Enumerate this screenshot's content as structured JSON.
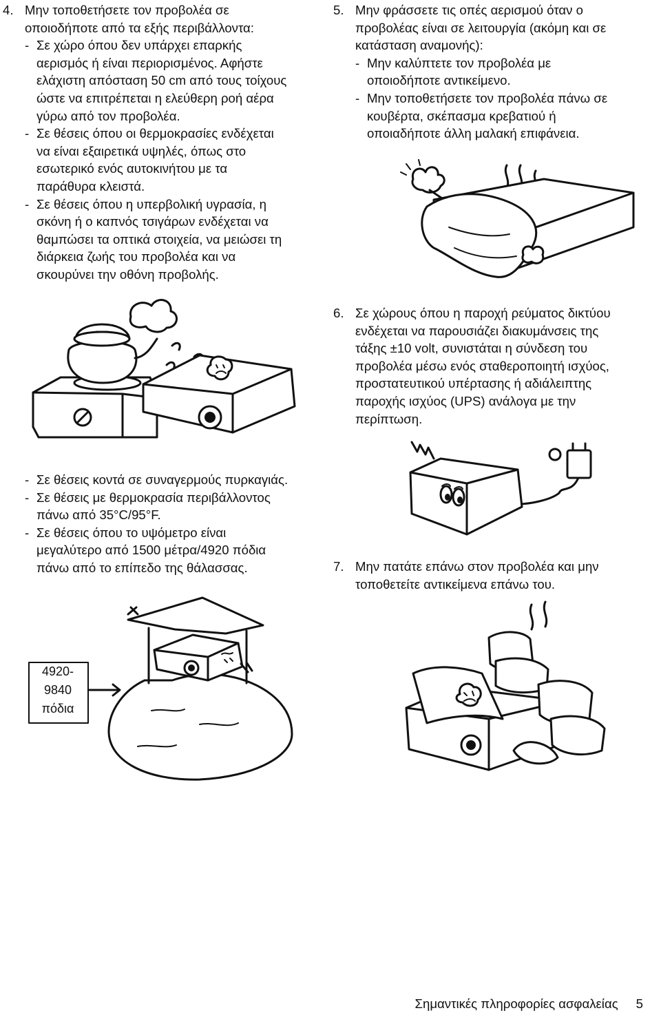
{
  "item4": {
    "number": "4.",
    "line1": "Μην τοποθετήσετε τον προβολέα σε",
    "line2": "οποιοδήποτε από τα εξής περιβάλλοντα:",
    "bullets": [
      [
        "Σε χώρο όπου δεν υπάρχει επαρκής",
        "αερισμός ή είναι περιορισμένος. Αφήστε",
        "ελάχιστη απόσταση 50 cm από τους τοίχους",
        "ώστε να επιτρέπεται η ελεύθερη ροή αέρα",
        "γύρω από τον προβολέα."
      ],
      [
        "Σε θέσεις όπου οι θερμοκρασίες ενδέχεται",
        "να είναι εξαιρετικά υψηλές, όπως στο",
        "εσωτερικό ενός αυτοκινήτου με τα",
        "παράθυρα κλειστά."
      ],
      [
        "Σε θέσεις όπου η υπερβολική υγρασία, η",
        "σκόνη ή ο καπνός τσιγάρων ενδέχεται να",
        "θαμπώσει τα οπτικά στοιχεία, να μειώσει τη",
        "διάρκεια ζωής του προβολέα και να",
        "σκουρύνει την οθόνη προβολής."
      ]
    ],
    "bullets_more": [
      [
        "Σε θέσεις κοντά σε συναγερμούς πυρκαγιάς."
      ],
      [
        "Σε θέσεις με θερμοκρασία περιβάλλοντος",
        "πάνω από 35°C/95°F."
      ],
      [
        "Σε θέσεις όπου το υψόμετρο είναι",
        "μεγαλύτερο από 1500 μέτρα/4920 πόδια",
        "πάνω από το επίπεδο της θάλασσας."
      ]
    ]
  },
  "altitude_label": [
    "4920-",
    "9840",
    "πόδια"
  ],
  "item5": {
    "number": "5.",
    "lines": [
      "Μην φράσσετε τις οπές αερισμού όταν ο",
      "προβολέας είναι σε λειτουργία (ακόμη και σε",
      "κατάσταση αναμονής):"
    ],
    "bullets": [
      [
        "Μην καλύπτετε τον προβολέα με",
        "οποιοδήποτε αντικείμενο."
      ],
      [
        "Μην τοποθετήσετε τον προβολέα πάνω σε",
        "κουβέρτα, σκέπασμα κρεβατιού ή",
        "οποιαδήποτε άλλη μαλακή επιφάνεια."
      ]
    ]
  },
  "item6": {
    "number": "6.",
    "lines": [
      "Σε χώρους όπου η παροχή ρεύματος δικτύου",
      "ενδέχεται να παρουσιάζει διακυμάνσεις της",
      "τάξης ±10 volt, συνιστάται η σύνδεση του",
      "προβολέα μέσω ενός σταθεροποιητή ισχύος,",
      "προστατευτικού υπέρτασης ή αδιάλειπτης",
      "παροχής ισχύος (UPS) ανάλογα με την",
      "περίπτωση."
    ]
  },
  "item7": {
    "number": "7.",
    "lines": [
      "Μην πατάτε επάνω στον προβολέα και μην",
      "τοποθετείτε αντικείμενα επάνω του."
    ]
  },
  "footer": {
    "section": "Σημαντικές πληροφορίες ασφαλείας",
    "page": "5"
  }
}
